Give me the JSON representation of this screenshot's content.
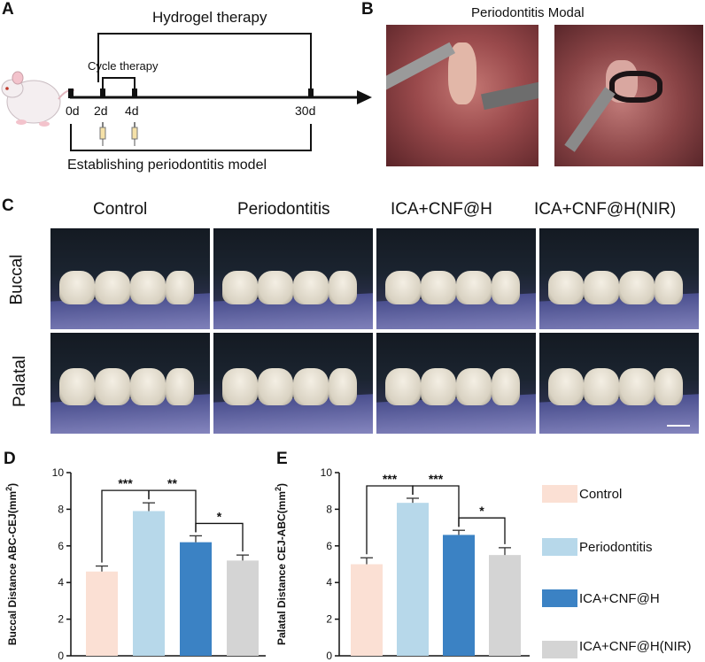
{
  "panels": {
    "a": "A",
    "b": "B",
    "c": "C",
    "d": "D",
    "e": "E"
  },
  "panel_a": {
    "top_label": "Hydrogel therapy",
    "cycle_label": "Cycle therapy",
    "bottom_label": "Establishing periodontitis model",
    "ticks": [
      "0d",
      "2d",
      "4d",
      "30d"
    ],
    "icons": [
      "rat-icon",
      "syringe-icon",
      "syringe-icon"
    ]
  },
  "panel_b": {
    "title": "Periodontitis Modal"
  },
  "panel_c": {
    "columns": [
      "Control",
      "Periodontitis",
      "ICA+CNF@H",
      "ICA+CNF@H(NIR)"
    ],
    "rows": [
      "Buccal",
      "Palatal"
    ]
  },
  "legend": {
    "items": [
      {
        "label": "Control",
        "color": "#fbe0d4"
      },
      {
        "label": "Periodontitis",
        "color": "#b7d8ea"
      },
      {
        "label": "ICA+CNF@H",
        "color": "#3b82c4"
      },
      {
        "label": "ICA+CNF@H(NIR)",
        "color": "#d4d4d4"
      }
    ]
  },
  "chart_data": [
    {
      "type": "bar",
      "panel": "D",
      "ylabel": "Buccal Distance ABC-CEJ(mm²)",
      "ylim": [
        0,
        10
      ],
      "yticks": [
        "0",
        "2",
        "4",
        "6",
        "8",
        "10"
      ],
      "categories": [
        "Control",
        "Periodontitis",
        "ICA+CNF@H",
        "ICA+CNF@H(NIR)"
      ],
      "values": [
        4.6,
        7.9,
        6.2,
        5.2
      ],
      "errors": [
        0.3,
        0.45,
        0.35,
        0.3
      ],
      "significance": [
        {
          "from": 0,
          "to": 1,
          "label": "***"
        },
        {
          "from": 1,
          "to": 2,
          "label": "**"
        },
        {
          "from": 2,
          "to": 3,
          "label": "*"
        }
      ]
    },
    {
      "type": "bar",
      "panel": "E",
      "ylabel": "Palatal Distance CEJ-ABC(mm²)",
      "ylim": [
        0,
        10
      ],
      "yticks": [
        "0",
        "2",
        "4",
        "6",
        "8",
        "10"
      ],
      "categories": [
        "Control",
        "Periodontitis",
        "ICA+CNF@H",
        "ICA+CNF@H(NIR)"
      ],
      "values": [
        5.0,
        8.35,
        6.6,
        5.5
      ],
      "errors": [
        0.35,
        0.25,
        0.25,
        0.4
      ],
      "significance": [
        {
          "from": 0,
          "to": 1,
          "label": "***"
        },
        {
          "from": 1,
          "to": 2,
          "label": "***"
        },
        {
          "from": 2,
          "to": 3,
          "label": "*"
        }
      ]
    }
  ]
}
